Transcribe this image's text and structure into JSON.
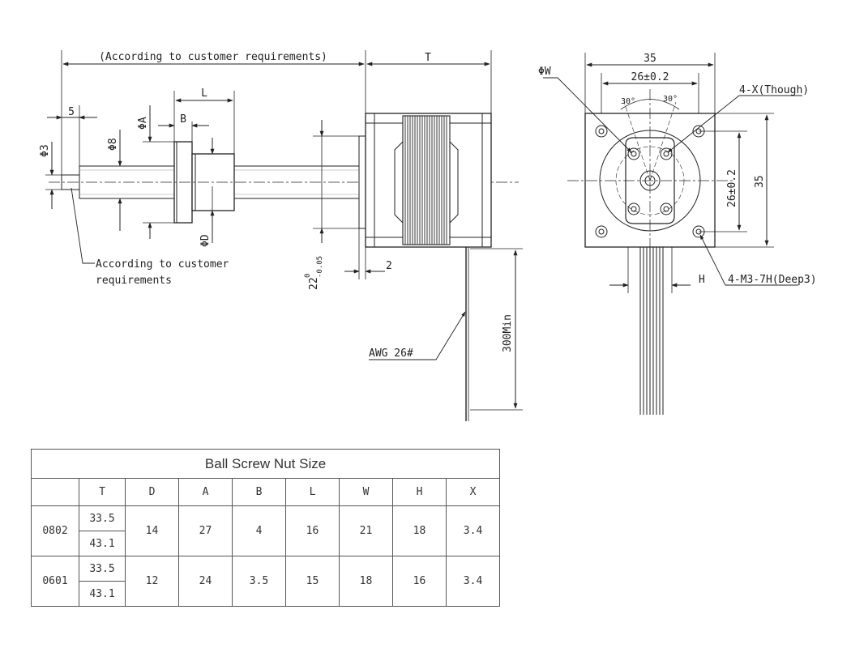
{
  "drawing": {
    "side_view": {
      "shaft_length_note": "(According to customer requirements)",
      "dim_T": "T",
      "dim_5": "5",
      "dim_L": "L",
      "dim_B": "B",
      "dim_phiA": "ΦA",
      "dim_phi8": "Φ8",
      "dim_phi3": "Φ3",
      "dim_phiD": "ΦD",
      "dim_2": "2",
      "dim_22": "22",
      "tol_upper": "0",
      "tol_lower": "-0.05",
      "end_note_line1": "According to customer",
      "end_note_line2": "requirements",
      "wire_gauge": "AWG 26#",
      "lead_length": "300Min"
    },
    "front_view": {
      "dim_phiW": "ΦW",
      "dim_35_width": "35",
      "dim_26_width": "26±0.2",
      "angle_left": "30°",
      "angle_right": "30°",
      "holes_through": "4-X(Though)",
      "dim_26_height": "26±0.2",
      "dim_35_height": "35",
      "dim_H": "H",
      "tapped_holes": "4-M3-7H(Deep3)"
    }
  },
  "table": {
    "title": "Ball Screw Nut Size",
    "headers": [
      "",
      "T",
      "D",
      "A",
      "B",
      "L",
      "W",
      "H",
      "X"
    ],
    "rows": [
      {
        "model": "0802",
        "T": [
          "33.5",
          "43.1"
        ],
        "D": "14",
        "A": "27",
        "B": "4",
        "L": "16",
        "W": "21",
        "H": "18",
        "X": "3.4"
      },
      {
        "model": "0601",
        "T": [
          "33.5",
          "43.1"
        ],
        "D": "12",
        "A": "24",
        "B": "3.5",
        "L": "15",
        "W": "18",
        "H": "16",
        "X": "3.4"
      }
    ]
  }
}
